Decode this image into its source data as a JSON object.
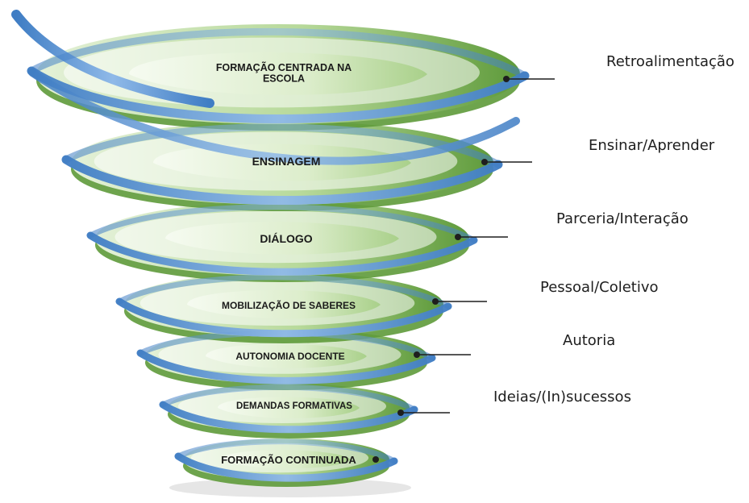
{
  "diagram": {
    "levels": [
      {
        "label": "FORMAÇÃO CENTRADA NA",
        "label2": "ESCOLA",
        "side": "Retroalimentação"
      },
      {
        "label": "ENSINAGEM",
        "label2": "",
        "side": "Ensinar/Aprender"
      },
      {
        "label": "DIÁLOGO",
        "label2": "",
        "side": "Parceria/Interação"
      },
      {
        "label": "MOBILIZAÇÃO DE SABERES",
        "label2": "",
        "side": "Pessoal/Coletivo"
      },
      {
        "label": "AUTONOMIA DOCENTE",
        "label2": "",
        "side": "Autoria"
      },
      {
        "label": "DEMANDAS FORMATIVAS",
        "label2": "",
        "side": "Ideias/(In)sucessos"
      },
      {
        "label": "FORMAÇÃO CONTINUADA",
        "label2": "",
        "side": ""
      }
    ],
    "colors": {
      "ring_dark": "#5e9a3a",
      "ring_light": "#cfe6bb",
      "inner_fill": "#eef6e6",
      "ribbon": "#5b93d1",
      "ribbon_light": "#a9c9ee",
      "connector": "#1e1e1e"
    }
  }
}
